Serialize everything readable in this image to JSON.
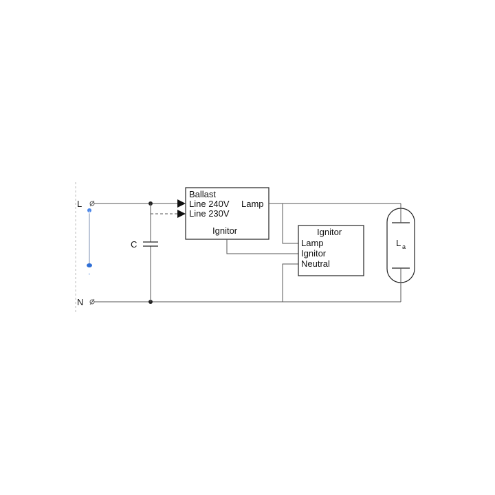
{
  "terminals": {
    "line": "L",
    "neutral": "N"
  },
  "capacitor": {
    "label": "C"
  },
  "ballast": {
    "title": "Ballast",
    "line_240": "Line 240V",
    "line_230": "Line 230V",
    "lamp": "Lamp",
    "ignitor": "Ignitor"
  },
  "ignitor_box": {
    "title": "Ignitor",
    "lamp": "Lamp",
    "ignitor": "Ignitor",
    "neutral": "Neutral"
  },
  "lamp": {
    "label": "L",
    "subscript": "a"
  },
  "colors": {
    "wire": "#555555",
    "box": "#222222",
    "accent": "#2f6fd6"
  },
  "icons": {
    "terminal": "screw-terminal-icon",
    "ruler": "vertical-scale-icon"
  }
}
